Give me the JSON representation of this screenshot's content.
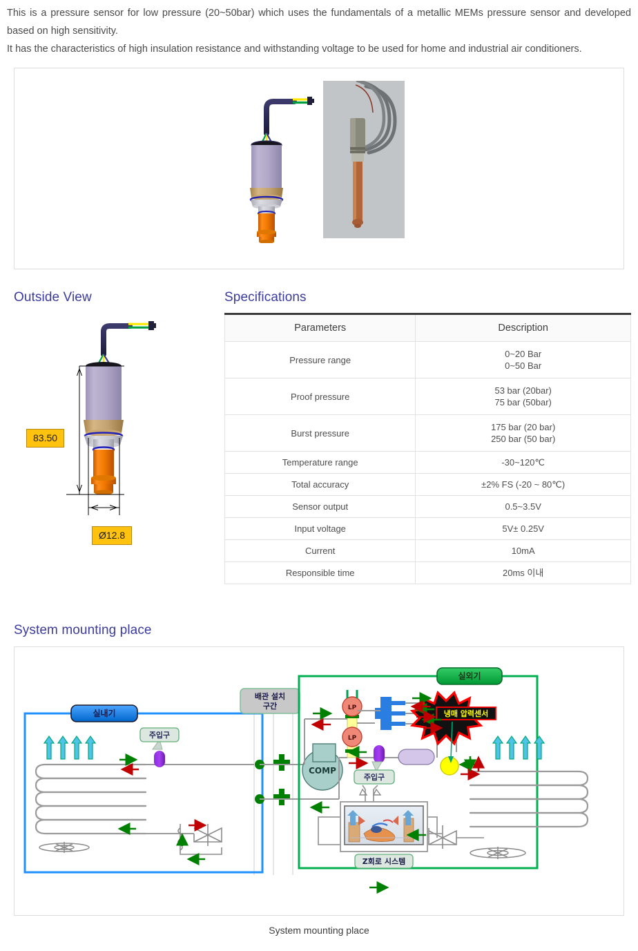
{
  "intro": {
    "paragraph1": "This is a pressure sensor for low pressure (20~50bar) which uses the fundamentals of a metallic MEMs pressure sensor and developed based on high sensitivity.",
    "paragraph2": "It has the characteristics of high insulation resistance and withstanding voltage to be used for home and industrial air conditioners."
  },
  "photo_gallery": {
    "cad_image_alt": "pressure sensor CAD rendering",
    "photo_image_alt": "pressure sensor product photo with cable"
  },
  "outside_view": {
    "heading": "Outside View",
    "dimensions": {
      "height_label": "83.50",
      "diameter_label": "Ø12.8"
    }
  },
  "specifications": {
    "heading": "Specifications",
    "columns": [
      "Parameters",
      "Description"
    ],
    "rows": [
      {
        "parameter": "Pressure range",
        "description": "0~20 Bar\n0~50 Bar",
        "multiline": true
      },
      {
        "parameter": "Proof pressure",
        "description": "53 bar (20bar)\n75 bar (50bar)",
        "multiline": true
      },
      {
        "parameter": "Burst pressure",
        "description": "175 bar (20 bar)\n250 bar (50 bar)",
        "multiline": true
      },
      {
        "parameter": "Temperature range",
        "description": "-30~120℃",
        "multiline": false
      },
      {
        "parameter": "Total accuracy",
        "description": "±2% FS (-20 ~ 80℃)",
        "multiline": false
      },
      {
        "parameter": "Sensor output",
        "description": "0.5~3.5V",
        "multiline": false
      },
      {
        "parameter": "Input voltage",
        "description": "5V± 0.25V",
        "multiline": false
      },
      {
        "parameter": "Current",
        "description": "10mA",
        "multiline": false
      },
      {
        "parameter": "Responsible time",
        "description": "20ms 이내",
        "multiline": false
      }
    ]
  },
  "system_mounting": {
    "heading": "System mounting place",
    "caption": "System mounting place",
    "diagram_labels": {
      "indoor_unit": "실내기",
      "outdoor_unit": "실외기",
      "pipe_section_line1": "배관 설치",
      "pipe_section_line2": "구간",
      "inlet_indoor": "주입구",
      "inlet_outdoor": "주입구",
      "compressor": "COMP",
      "low_pressure_1": "LP",
      "low_pressure_2": "LP",
      "refrigerant_pressure_sensor": "냉매 압력센서",
      "z_circuit_system": "Z회로 시스템"
    }
  },
  "colors": {
    "heading": "#3b3b9e",
    "dimension_box_bg": "#ffc20e",
    "table_top_border": "#3a3a3a",
    "indoor_border": "#1e90ff",
    "outdoor_border": "#00b050",
    "sensor_callout": "#ff0000",
    "arrow_green": "#008000",
    "arrow_red": "#c00000"
  }
}
